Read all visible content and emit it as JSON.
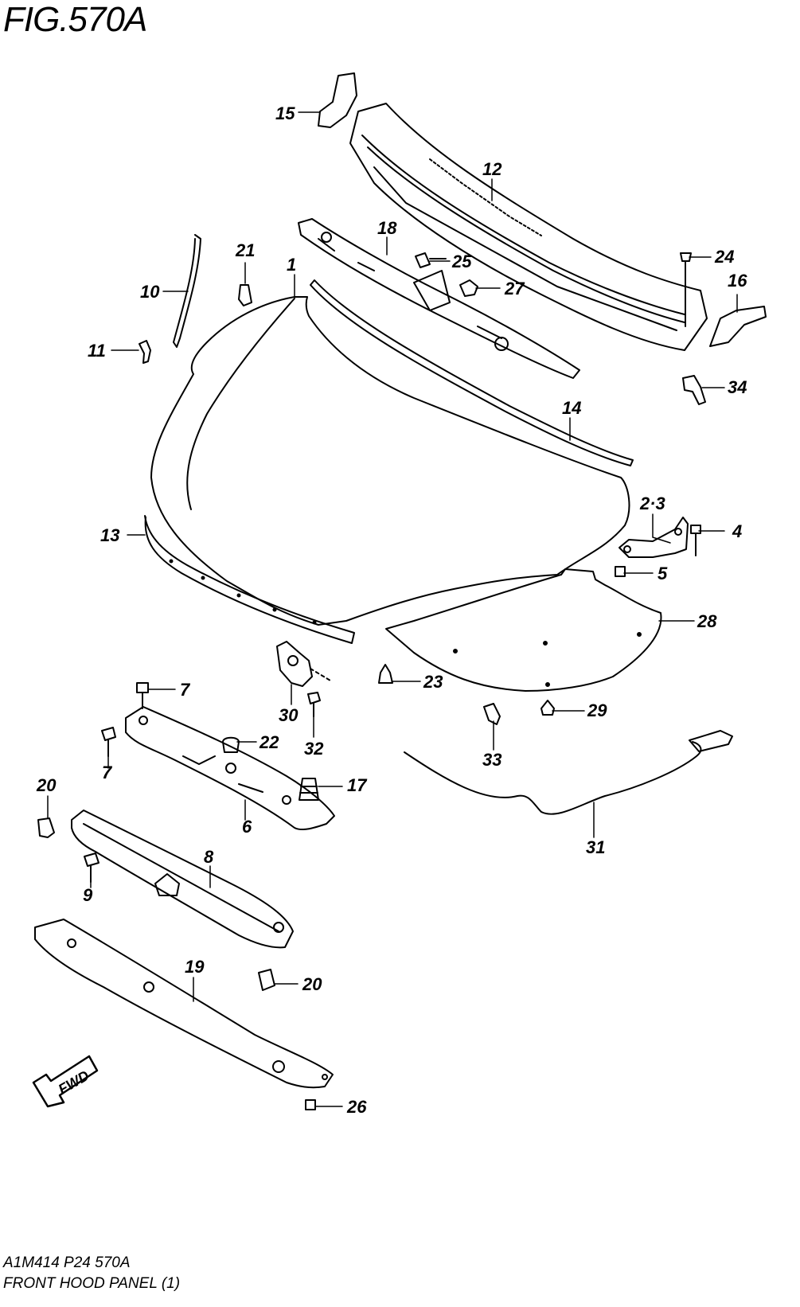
{
  "figure": {
    "title": "FIG.570A",
    "code": "A1M414 P24 570A",
    "name": "FRONT HOOD PANEL (1)",
    "direction_label": "FWD"
  },
  "callouts": [
    {
      "id": "c1",
      "label": "1"
    },
    {
      "id": "c10",
      "label": "10"
    },
    {
      "id": "c11",
      "label": "11"
    },
    {
      "id": "c12",
      "label": "12"
    },
    {
      "id": "c13",
      "label": "13"
    },
    {
      "id": "c14",
      "label": "14"
    },
    {
      "id": "c15",
      "label": "15"
    },
    {
      "id": "c16",
      "label": "16"
    },
    {
      "id": "c17",
      "label": "17"
    },
    {
      "id": "c18",
      "label": "18"
    },
    {
      "id": "c19",
      "label": "19"
    },
    {
      "id": "c20a",
      "label": "20"
    },
    {
      "id": "c20b",
      "label": "20"
    },
    {
      "id": "c21",
      "label": "21"
    },
    {
      "id": "c22",
      "label": "22"
    },
    {
      "id": "c23",
      "label": "23"
    },
    {
      "id": "c24",
      "label": "24"
    },
    {
      "id": "c25",
      "label": "25"
    },
    {
      "id": "c26",
      "label": "26"
    },
    {
      "id": "c27",
      "label": "27"
    },
    {
      "id": "c28",
      "label": "28"
    },
    {
      "id": "c29",
      "label": "29"
    },
    {
      "id": "c30",
      "label": "30"
    },
    {
      "id": "c31",
      "label": "31"
    },
    {
      "id": "c32",
      "label": "32"
    },
    {
      "id": "c33",
      "label": "33"
    },
    {
      "id": "c34",
      "label": "34"
    },
    {
      "id": "c23b",
      "label": "2·3"
    },
    {
      "id": "c4",
      "label": "4"
    },
    {
      "id": "c5",
      "label": "5"
    },
    {
      "id": "c6",
      "label": "6"
    },
    {
      "id": "c7a",
      "label": "7"
    },
    {
      "id": "c7b",
      "label": "7"
    },
    {
      "id": "c8",
      "label": "8"
    },
    {
      "id": "c9",
      "label": "9"
    }
  ]
}
